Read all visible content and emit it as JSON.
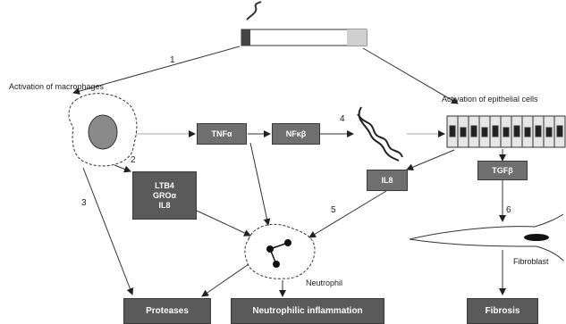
{
  "labels": {
    "macrophages": "Activation of macrophages",
    "epithelial": "Activation of epithelial cells",
    "neutrophil": "Neutrophil",
    "fibroblast": "Fibroblast"
  },
  "boxes": {
    "tnf": "TNFα",
    "nfkb": "NFκβ",
    "mediators": [
      "LTB4",
      "GROα",
      "IL8"
    ],
    "il8": "IL8",
    "tgf": "TGFβ",
    "proteases": "Proteases",
    "inflammation": "Neutrophilic inflammation",
    "fibrosis": "Fibrosis"
  },
  "steps": [
    "1",
    "2",
    "3",
    "4",
    "5",
    "6"
  ]
}
